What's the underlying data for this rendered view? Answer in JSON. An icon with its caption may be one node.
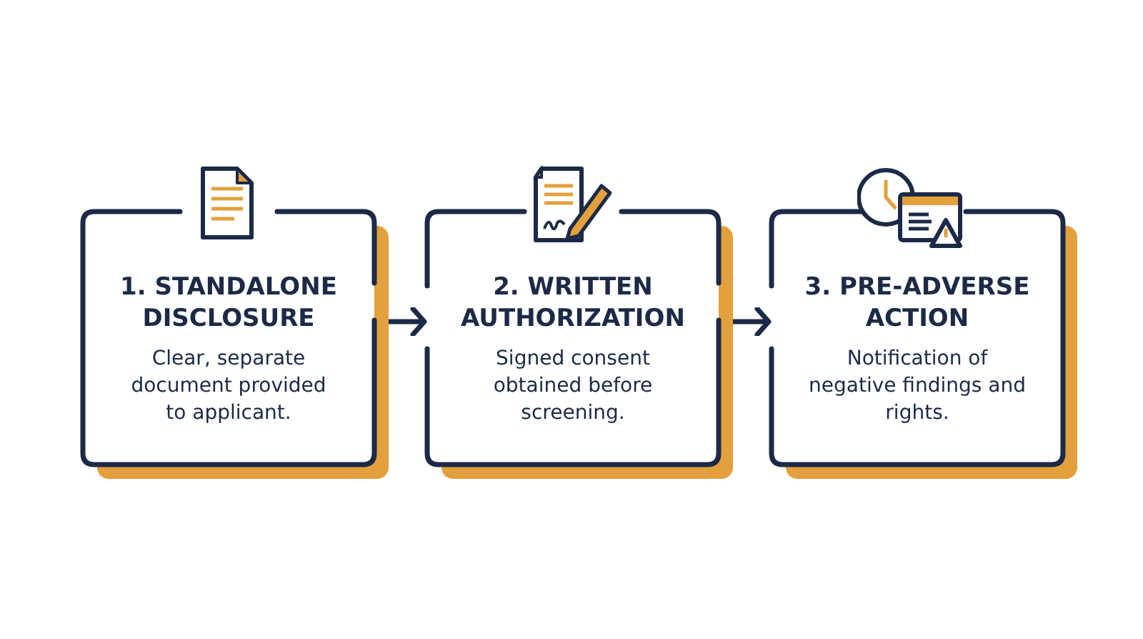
{
  "diagram": {
    "nodes": [
      {
        "text": [
          "1. STANDALONE DISCLOSURE",
          "Clear, separate document provided to applicant."
        ]
      },
      {
        "text": [
          "2. WRITTEN AUTHORIZATION",
          "Signed consent obtained before screening."
        ]
      },
      {
        "text": [
          "3. PRE-ADVERSE ACTION",
          "Notification of negative findings and rights."
        ]
      }
    ],
    "edges": [
      {
        "from": 0,
        "to": 1,
        "arrow": "to"
      },
      {
        "from": 1,
        "to": 2,
        "arrow": "to"
      }
    ]
  }
}
